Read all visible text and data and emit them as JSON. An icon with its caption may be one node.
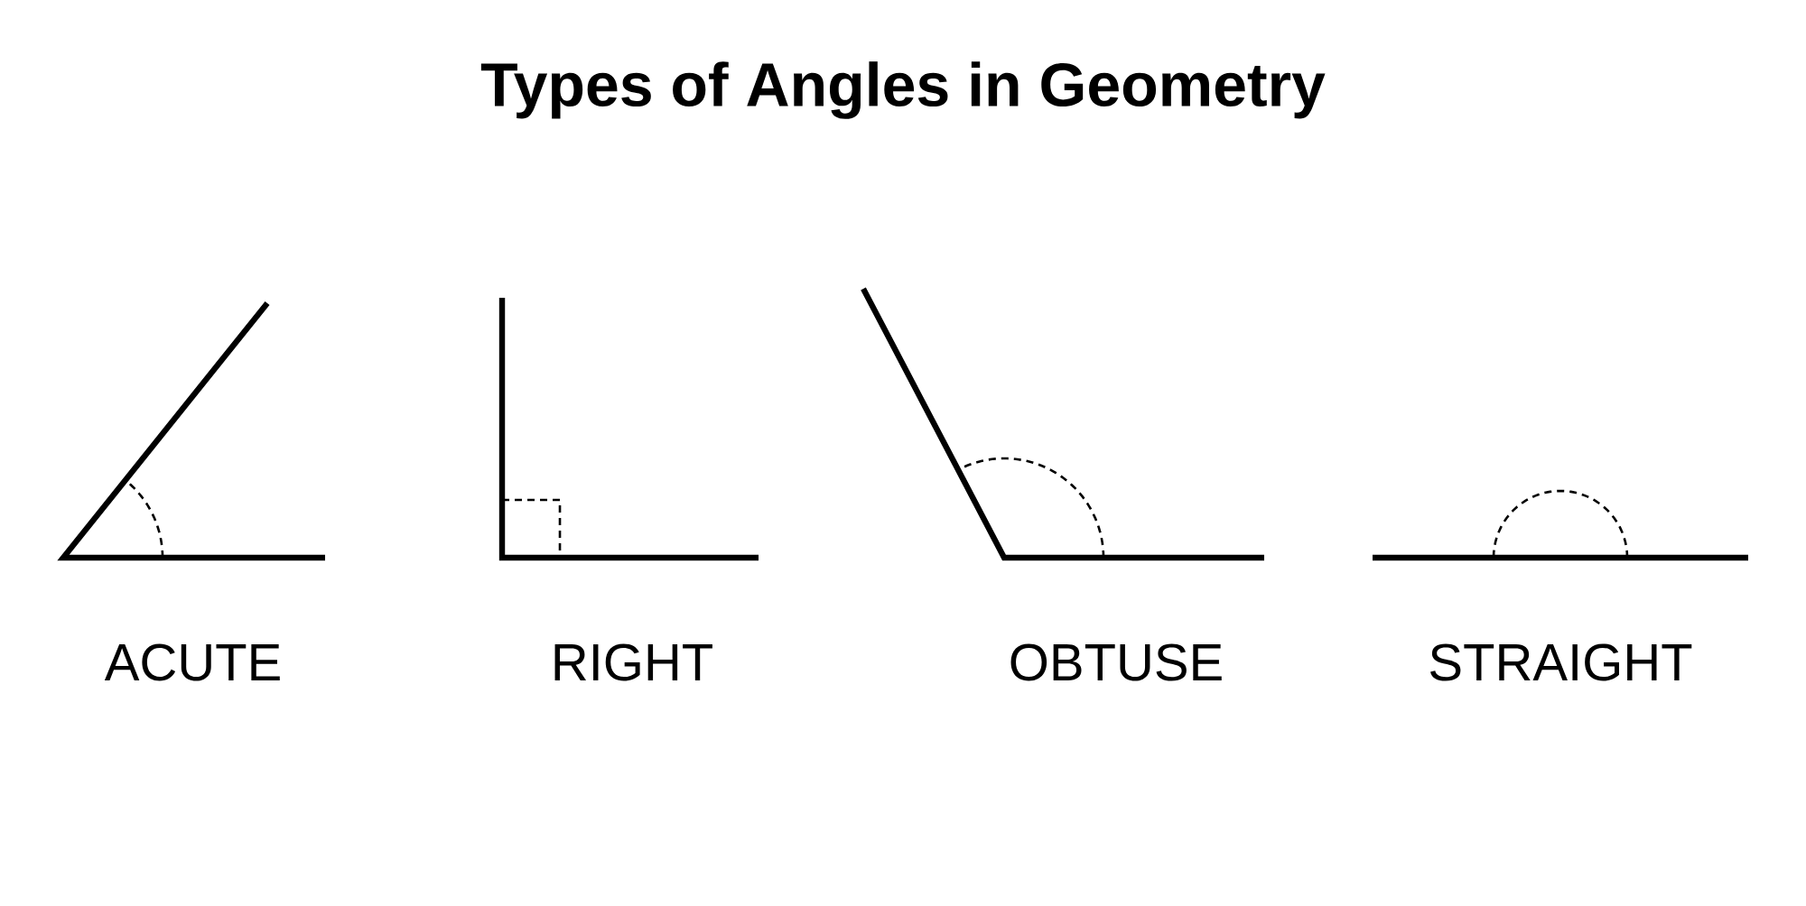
{
  "diagram": {
    "title": "Types of Angles in Geometry",
    "labels": [
      "ACUTE",
      "RIGHT",
      "OBTUSE",
      "STRAIGHT"
    ]
  }
}
